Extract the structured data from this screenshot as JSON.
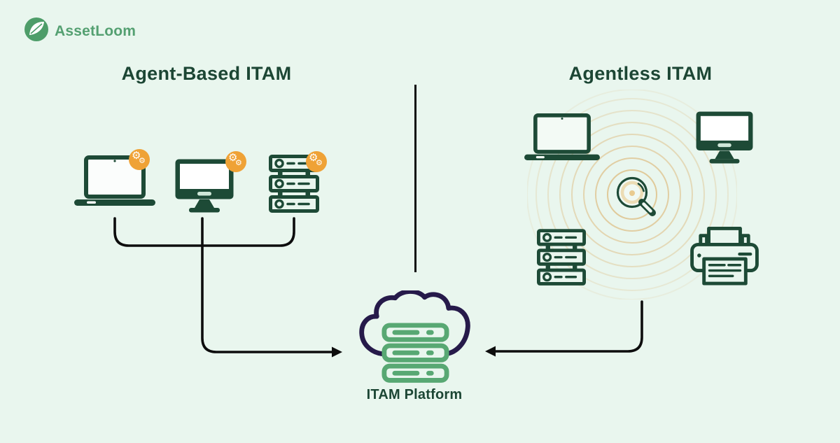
{
  "logo": {
    "brand": "AssetLoom",
    "icon": "leaf-circle-icon"
  },
  "left": {
    "title": "Agent-Based ITAM",
    "devices": [
      {
        "type": "laptop",
        "badge": "gears-agent-badge"
      },
      {
        "type": "desktop",
        "badge": "gears-agent-badge"
      },
      {
        "type": "server",
        "badge": "gears-agent-badge"
      }
    ]
  },
  "right": {
    "title": "Agentless ITAM",
    "devices": [
      {
        "type": "laptop"
      },
      {
        "type": "desktop"
      },
      {
        "type": "server"
      },
      {
        "type": "printer"
      }
    ],
    "center_icon": "magnifier-scan-icon",
    "effect": "radar-rings"
  },
  "platform": {
    "label": "ITAM Platform",
    "icon": "cloud-server-icon"
  },
  "icons": {
    "agent_badge_glyph": "⚙"
  },
  "colors": {
    "background": "#e9f6ee",
    "dark_green": "#1d4a36",
    "title_green": "#1c4634",
    "brand_green": "#54a071",
    "accent_orange": "#efa236",
    "radar_tan": "#dfc795",
    "cloud_navy": "#261a4a",
    "platform_green": "#58a873",
    "connector_black": "#0d0d0d"
  }
}
